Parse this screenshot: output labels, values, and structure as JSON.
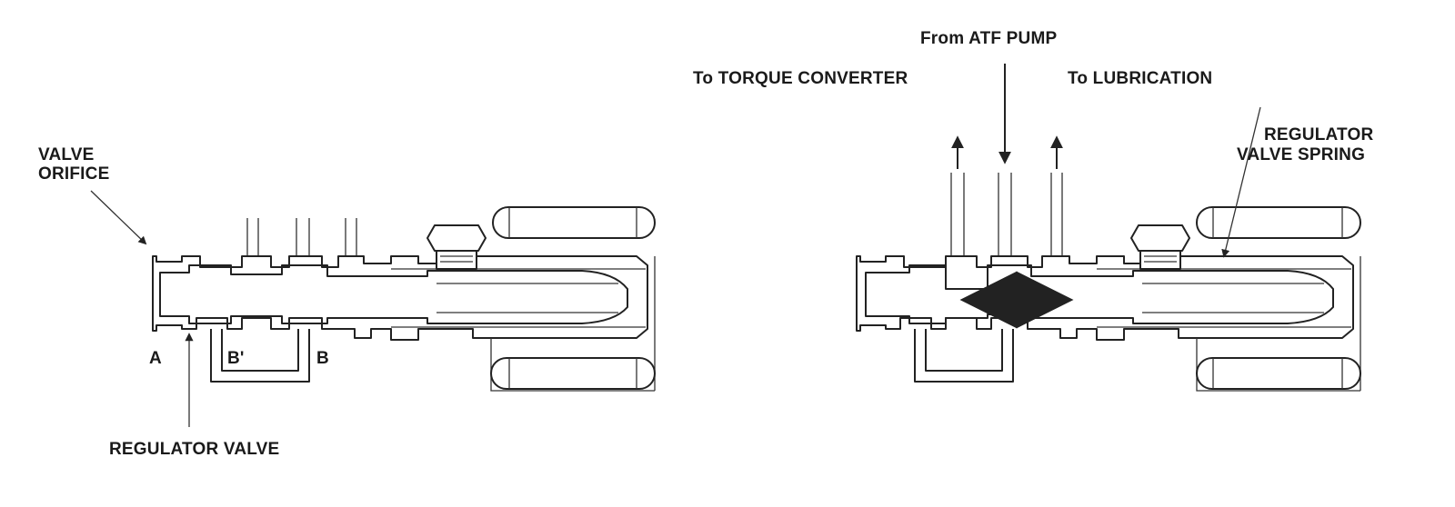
{
  "left_diagram": {
    "valve_orifice_line1": "VALVE",
    "valve_orifice_line2": "ORIFICE",
    "port_a": "A",
    "port_b_prime": "B'",
    "port_b": "B",
    "regulator_valve": "REGULATOR VALVE"
  },
  "right_diagram": {
    "from_atf_pump": "From ATF PUMP",
    "to_torque_converter": "To TORQUE CONVERTER",
    "to_lubrication": "To LUBRICATION",
    "spring_line1": "REGULATOR",
    "spring_line2": "VALVE SPRING"
  }
}
